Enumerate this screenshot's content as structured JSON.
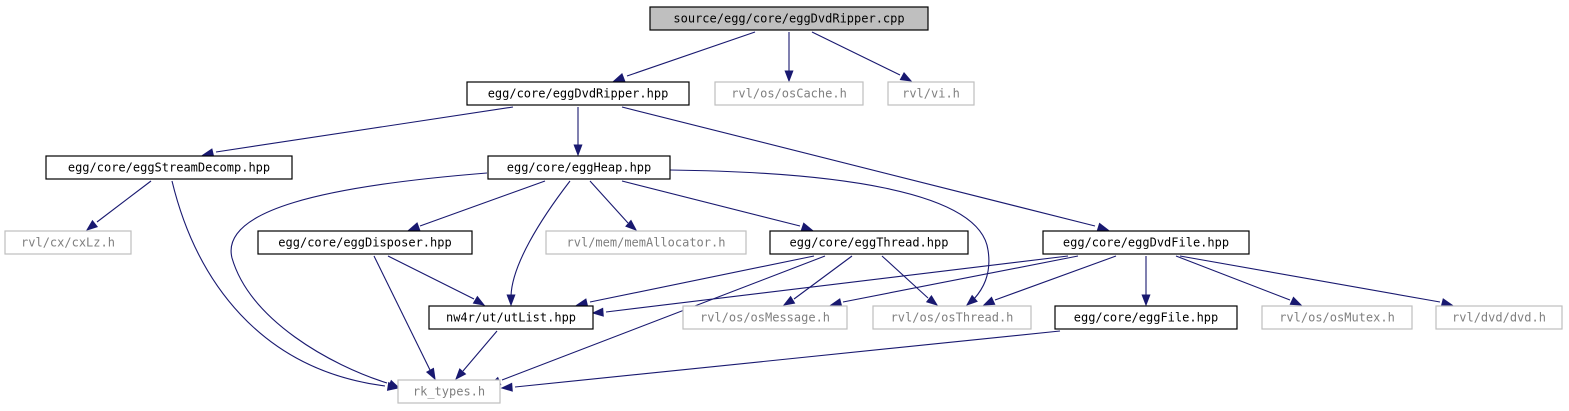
{
  "graph": {
    "colors": {
      "edge": "#191970",
      "root_fill": "#bfbfbf",
      "local_border": "#000000",
      "external_border": "#bfbfbf",
      "external_text": "#7f7f7f"
    },
    "nodes": {
      "root": {
        "label": "source/egg/core/eggDvdRipper.cpp",
        "kind": "root"
      },
      "ripper_hpp": {
        "label": "egg/core/eggDvdRipper.hpp",
        "kind": "local"
      },
      "oscache": {
        "label": "rvl/os/osCache.h",
        "kind": "external"
      },
      "vi": {
        "label": "rvl/vi.h",
        "kind": "external"
      },
      "streamdecomp": {
        "label": "egg/core/eggStreamDecomp.hpp",
        "kind": "local"
      },
      "heap": {
        "label": "egg/core/eggHeap.hpp",
        "kind": "local"
      },
      "cxlz": {
        "label": "rvl/cx/cxLz.h",
        "kind": "external"
      },
      "disposer": {
        "label": "egg/core/eggDisposer.hpp",
        "kind": "local"
      },
      "memalloc": {
        "label": "rvl/mem/memAllocator.h",
        "kind": "external"
      },
      "thread": {
        "label": "egg/core/eggThread.hpp",
        "kind": "local"
      },
      "dvdfile": {
        "label": "egg/core/eggDvdFile.hpp",
        "kind": "local"
      },
      "utlist": {
        "label": "nw4r/ut/utList.hpp",
        "kind": "local"
      },
      "osmessage": {
        "label": "rvl/os/osMessage.h",
        "kind": "external"
      },
      "osthread": {
        "label": "rvl/os/osThread.h",
        "kind": "external"
      },
      "file": {
        "label": "egg/core/eggFile.hpp",
        "kind": "local"
      },
      "osmutex": {
        "label": "rvl/os/osMutex.h",
        "kind": "external"
      },
      "dvd": {
        "label": "rvl/dvd/dvd.h",
        "kind": "external"
      },
      "rktypes": {
        "label": "rk_types.h",
        "kind": "external"
      }
    },
    "edges": [
      {
        "from": "root",
        "to": "ripper_hpp"
      },
      {
        "from": "root",
        "to": "oscache"
      },
      {
        "from": "root",
        "to": "vi"
      },
      {
        "from": "ripper_hpp",
        "to": "streamdecomp"
      },
      {
        "from": "ripper_hpp",
        "to": "heap"
      },
      {
        "from": "ripper_hpp",
        "to": "dvdfile"
      },
      {
        "from": "streamdecomp",
        "to": "cxlz"
      },
      {
        "from": "streamdecomp",
        "to": "rktypes"
      },
      {
        "from": "heap",
        "to": "rktypes"
      },
      {
        "from": "heap",
        "to": "disposer"
      },
      {
        "from": "heap",
        "to": "utlist"
      },
      {
        "from": "heap",
        "to": "memalloc"
      },
      {
        "from": "heap",
        "to": "thread"
      },
      {
        "from": "heap",
        "to": "osthread"
      },
      {
        "from": "disposer",
        "to": "utlist"
      },
      {
        "from": "disposer",
        "to": "rktypes"
      },
      {
        "from": "thread",
        "to": "utlist"
      },
      {
        "from": "thread",
        "to": "rktypes"
      },
      {
        "from": "thread",
        "to": "osmessage"
      },
      {
        "from": "thread",
        "to": "osthread"
      },
      {
        "from": "dvdfile",
        "to": "utlist"
      },
      {
        "from": "dvdfile",
        "to": "osmessage"
      },
      {
        "from": "dvdfile",
        "to": "osthread"
      },
      {
        "from": "dvdfile",
        "to": "file"
      },
      {
        "from": "dvdfile",
        "to": "osmutex"
      },
      {
        "from": "dvdfile",
        "to": "dvd"
      },
      {
        "from": "utlist",
        "to": "rktypes"
      },
      {
        "from": "file",
        "to": "rktypes"
      }
    ]
  }
}
